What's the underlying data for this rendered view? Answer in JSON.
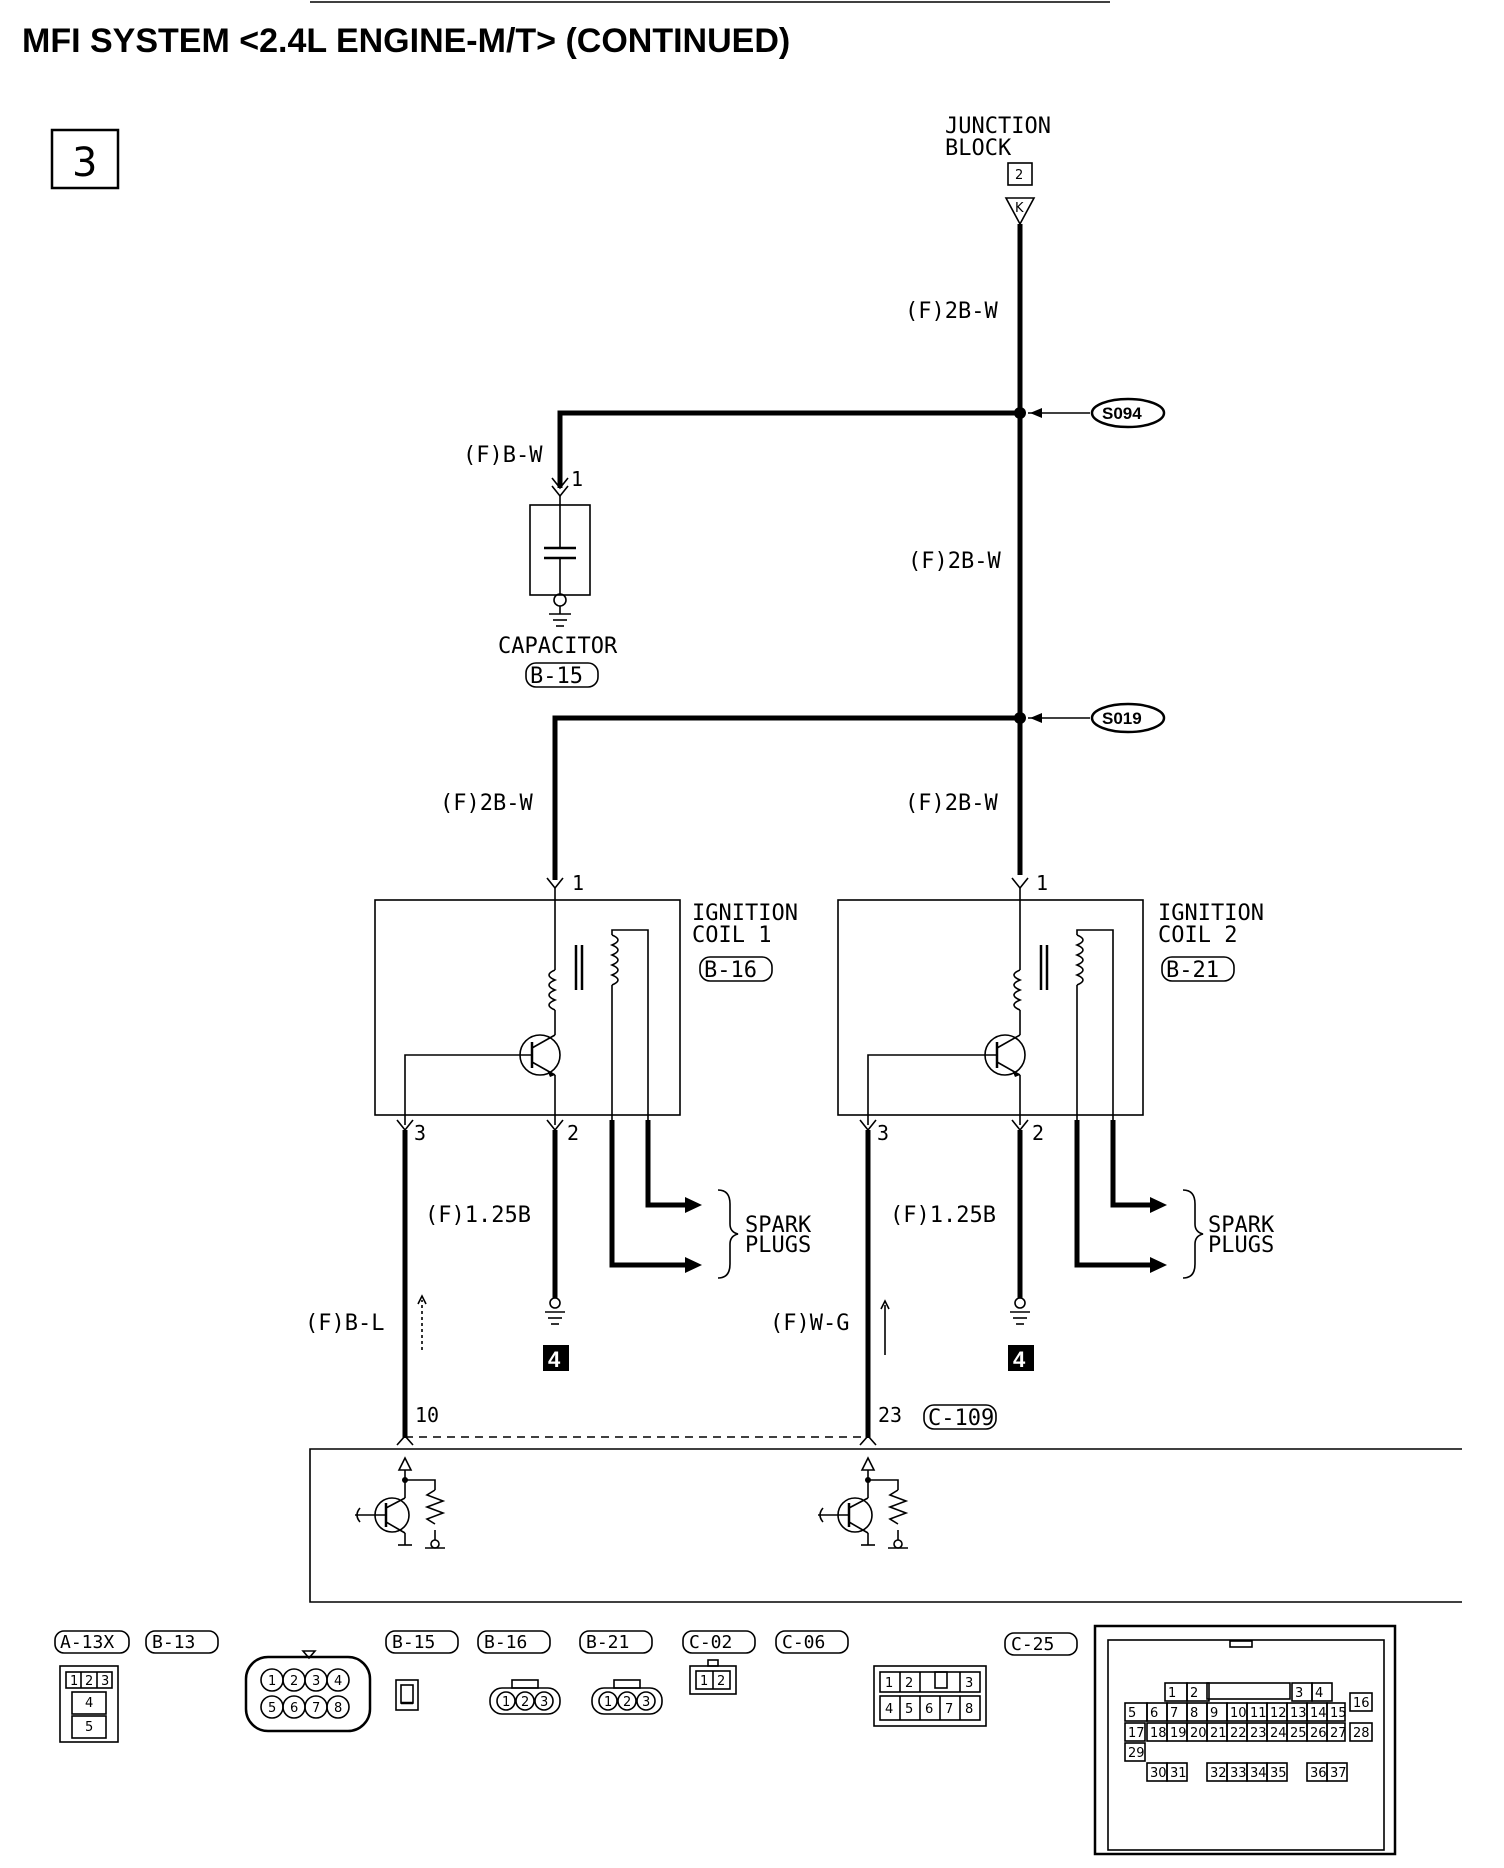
{
  "title": "MFI SYSTEM <2.4L ENGINE-M/T> (CONTINUED)",
  "page_box": "3",
  "junction_block": {
    "line1": "JUNCTION",
    "line2": "BLOCK",
    "box": "2",
    "pin": "K"
  },
  "splices": [
    "S094",
    "S019"
  ],
  "wire_labels": {
    "jb_top": "(F)2B-W",
    "jb_mid": "(F)2B-W",
    "capacitor_feed": "(F)B-W",
    "coil1_feed": "(F)2B-W",
    "coil2_feed": "(F)2B-W",
    "coil1_ground": "(F)1.25B",
    "coil2_ground": "(F)1.25B",
    "coil1_signal": "(F)B-L",
    "coil2_signal": "(F)W-G"
  },
  "capacitor": {
    "name": "CAPACITOR",
    "connector": "B-15",
    "pin": "1"
  },
  "coil1": {
    "line1": "IGNITION",
    "line2": "COIL 1",
    "connector": "B-16",
    "pin_top": "1",
    "pin_left": "3",
    "pin_right": "2"
  },
  "coil2": {
    "line1": "IGNITION",
    "line2": "COIL 2",
    "connector": "B-21",
    "pin_top": "1",
    "pin_left": "3",
    "pin_right": "2"
  },
  "spark_plugs": {
    "line1": "SPARK",
    "line2": "PLUGS"
  },
  "ground_ref": "4",
  "ecm": {
    "pin_a": "10",
    "pin_b": "23",
    "connector": "C-109"
  },
  "connector_views": {
    "labels": [
      "A-13X",
      "B-13",
      "B-15",
      "B-16",
      "B-21",
      "C-02",
      "C-06",
      "C-25"
    ],
    "a13x_pins": [
      "1",
      "2",
      "3",
      "4",
      "5"
    ],
    "b13_pins": [
      "1",
      "2",
      "3",
      "4",
      "5",
      "6",
      "7",
      "8"
    ],
    "b16_pins": [
      "1",
      "2",
      "3"
    ],
    "b21_pins": [
      "1",
      "2",
      "3"
    ],
    "c02_pins": [
      "1",
      "2"
    ],
    "c06_pins": [
      "1",
      "2",
      "3",
      "4",
      "5",
      "6",
      "7",
      "8"
    ],
    "c25_pins": [
      "1",
      "2",
      "3",
      "4",
      "5",
      "6",
      "7",
      "8",
      "9",
      "10",
      "11",
      "12",
      "13",
      "14",
      "15",
      "16",
      "17",
      "18",
      "19",
      "20",
      "21",
      "22",
      "23",
      "24",
      "25",
      "26",
      "27",
      "28",
      "29",
      "30",
      "31",
      "32",
      "33",
      "34",
      "35",
      "36",
      "37"
    ]
  }
}
